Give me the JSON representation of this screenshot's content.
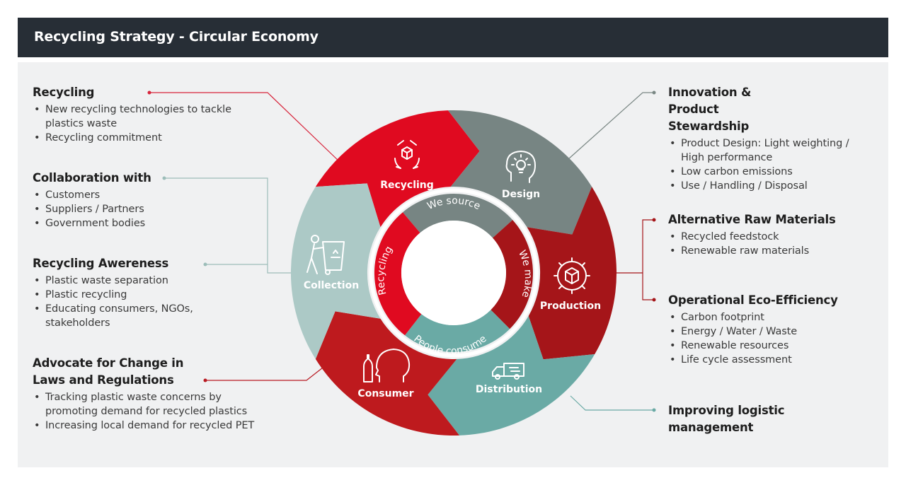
{
  "header": {
    "title": "Recycling Strategy - Circular Economy"
  },
  "colors": {
    "recycling": "#e00a20",
    "design": "#778583",
    "production": "#a51519",
    "distribution": "#6aaaa5",
    "consumer": "#be1a1e",
    "collection": "#acc9c6",
    "header_bg": "#272e36",
    "panel_bg": "#f0f1f2"
  },
  "cycle": {
    "segments": {
      "recycling": "Recycling",
      "design": "Design",
      "production": "Production",
      "distribution": "Distribution",
      "consumer": "Consumer",
      "collection": "Collection"
    },
    "inner_ring": {
      "we_source": "We source",
      "we_make": "We make",
      "people_consume": "People consume",
      "recycling": "Recycling"
    }
  },
  "left_blocks": [
    {
      "title": "Recycling",
      "items": [
        "New recycling technologies to tackle plastics waste",
        "Recycling commitment"
      ]
    },
    {
      "title": "Collaboration with",
      "items": [
        "Customers",
        "Suppliers / Partners",
        "Government bodies"
      ]
    },
    {
      "title": "Recycling Awereness",
      "items": [
        "Plastic waste separation",
        "Plastic recycling",
        "Educating consumers, NGOs, stakeholders"
      ]
    },
    {
      "title": "Advocate for Change in Laws and Regulations",
      "items": [
        "Tracking plastic waste concerns by promoting demand for recycled plastics",
        "Increasing local demand for recycled PET"
      ]
    }
  ],
  "right_blocks": [
    {
      "title": "Innovation & Product Stewardship",
      "items": [
        "Product Design: Light weighting / High performance",
        "Low carbon emissions",
        "Use / Handling / Disposal"
      ]
    },
    {
      "title": "Alternative Raw Materials",
      "items": [
        "Recycled feedstock",
        "Renewable raw materials"
      ]
    },
    {
      "title": "Operational Eco-Efficiency",
      "items": [
        "Carbon footprint",
        "Energy / Water / Waste",
        "Renewable resources",
        "Life cycle assessment"
      ]
    },
    {
      "title": "Improving logistic management",
      "items": []
    }
  ],
  "icons": {
    "recycling": "recycle-box-icon",
    "design": "head-lightbulb-icon",
    "production": "gear-box-icon",
    "distribution": "delivery-truck-icon",
    "consumer": "bottle-head-icon",
    "collection": "person-bin-icon"
  }
}
